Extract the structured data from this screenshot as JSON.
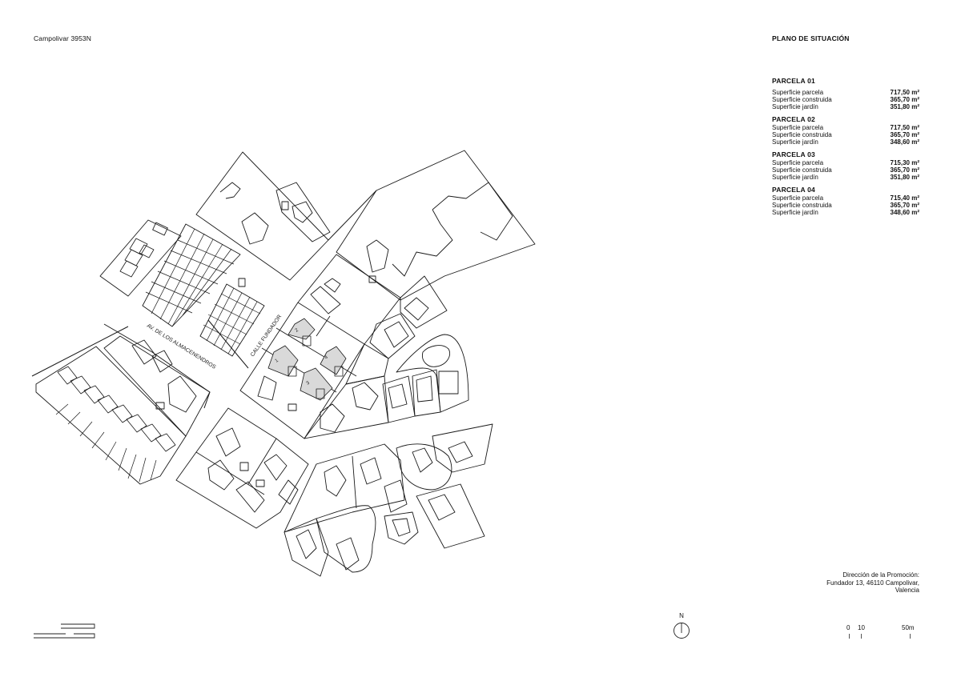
{
  "project_name": "Campolivar 3953N",
  "plan_title": "PLANO DE SITUACIÓN",
  "parcels": [
    {
      "name": "PARCELA 01",
      "rows": [
        {
          "label": "Superficie parcela",
          "value": "717,50 m²"
        },
        {
          "label": "Superficie construida",
          "value": "365,70 m²"
        },
        {
          "label": "Superficie jardín",
          "value": "351,80 m²"
        }
      ]
    },
    {
      "name": "PARCELA 02",
      "rows": [
        {
          "label": "Superficie parcela",
          "value": "717,50 m²"
        },
        {
          "label": "Superficie construida",
          "value": "365,70 m²"
        },
        {
          "label": "Superficie jardín",
          "value": "348,60 m²"
        }
      ]
    },
    {
      "name": "PARCELA 03",
      "rows": [
        {
          "label": "Superficie parcela",
          "value": "715,30 m²"
        },
        {
          "label": "Superficie construida",
          "value": "365,70 m²"
        },
        {
          "label": "Superficie jardín",
          "value": "351,80 m²"
        }
      ]
    },
    {
      "name": "PARCELA 04",
      "rows": [
        {
          "label": "Superficie parcela",
          "value": "715,40 m²"
        },
        {
          "label": "Superficie construida",
          "value": "365,70 m²"
        },
        {
          "label": "Superficie jardín",
          "value": "348,60 m²"
        }
      ]
    }
  ],
  "address": {
    "line1": "Dirección de la Promoción:",
    "line2": "Fundador 13, 46110 Campolivar,",
    "line3": "Valencia"
  },
  "map": {
    "street_avenue": "AV. DE LOS ALMACENENDROS",
    "street_calle": "CALLE FUNDADOR",
    "plot_numbers": [
      "1",
      "2",
      "3",
      "4"
    ],
    "highlight_color": "#d9d9d9"
  },
  "north_label": "N",
  "scale": {
    "t0": "0",
    "t10": "10",
    "t50": "50m"
  },
  "icons": {
    "north": "north-arrow-icon",
    "logo": "brand-logo-icon"
  }
}
